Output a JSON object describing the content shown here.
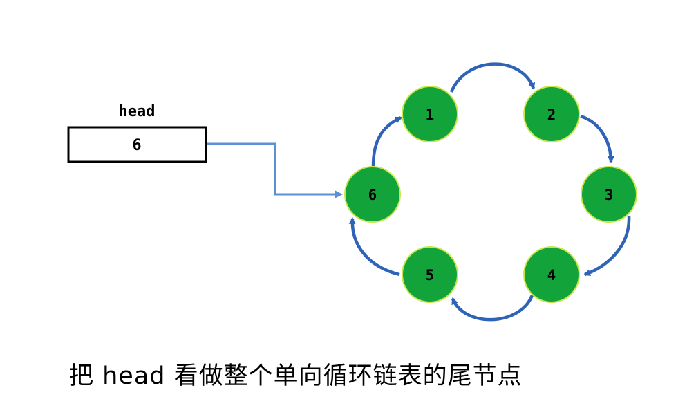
{
  "head": {
    "label": "head",
    "value": "6"
  },
  "nodes": [
    {
      "id": "1",
      "label": "1"
    },
    {
      "id": "2",
      "label": "2"
    },
    {
      "id": "3",
      "label": "3"
    },
    {
      "id": "4",
      "label": "4"
    },
    {
      "id": "5",
      "label": "5"
    },
    {
      "id": "6",
      "label": "6"
    }
  ],
  "links": [
    {
      "from": "1",
      "to": "2"
    },
    {
      "from": "2",
      "to": "3"
    },
    {
      "from": "3",
      "to": "4"
    },
    {
      "from": "4",
      "to": "5"
    },
    {
      "from": "5",
      "to": "6"
    },
    {
      "from": "6",
      "to": "1"
    }
  ],
  "head_pointer": {
    "from": "head",
    "to": "6"
  },
  "caption": "把 head 看做整个单向循环链表的尾节点",
  "colors": {
    "node_fill": "#12a43a",
    "node_stroke": "#c8e64a",
    "arrow": "#2f63b8",
    "pointer": "#5b8fd6",
    "box_border": "#000000"
  }
}
